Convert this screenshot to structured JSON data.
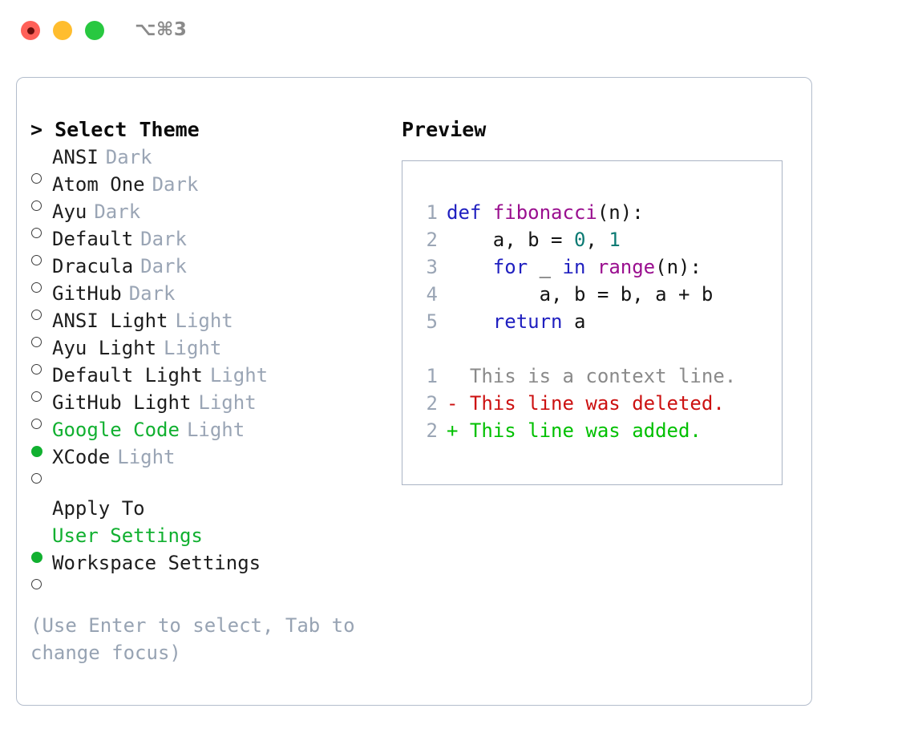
{
  "window": {
    "shortcut": "⌥⌘3",
    "traffic_lights": [
      {
        "name": "close",
        "color": "#ff6058"
      },
      {
        "name": "minimize",
        "color": "#ffbd2e"
      },
      {
        "name": "maximize",
        "color": "#28c840"
      }
    ]
  },
  "theme_picker": {
    "title": "> Select Theme",
    "items": [
      {
        "marker": "ring",
        "label": "ANSI",
        "tag": "Dark",
        "selected": false
      },
      {
        "marker": "ring",
        "label": "Atom One",
        "tag": "Dark",
        "selected": false
      },
      {
        "marker": "ring",
        "label": "Ayu",
        "tag": "Dark",
        "selected": false
      },
      {
        "marker": "ring",
        "label": "Default",
        "tag": "Dark",
        "selected": false
      },
      {
        "marker": "ring",
        "label": "Dracula",
        "tag": "Dark",
        "selected": false
      },
      {
        "marker": "ring",
        "label": "GitHub",
        "tag": "Dark",
        "selected": false
      },
      {
        "marker": "ring",
        "label": "ANSI Light",
        "tag": "Light",
        "selected": false
      },
      {
        "marker": "ring",
        "label": "Ayu Light",
        "tag": "Light",
        "selected": false
      },
      {
        "marker": "ring",
        "label": "Default Light",
        "tag": "Light",
        "selected": false
      },
      {
        "marker": "ring",
        "label": "GitHub Light",
        "tag": "Light",
        "selected": false
      },
      {
        "marker": "fill",
        "label": "Google Code",
        "tag": "Light",
        "selected": true
      },
      {
        "marker": "ring",
        "label": "XCode",
        "tag": "Light",
        "selected": false
      }
    ]
  },
  "apply_to": {
    "heading": "Apply To",
    "options": [
      {
        "marker": "fill",
        "label": "User Settings",
        "selected": true
      },
      {
        "marker": "ring",
        "label": "Workspace Settings",
        "selected": false
      }
    ]
  },
  "hint": "(Use Enter to select, Tab to change focus)",
  "preview": {
    "title": "Preview",
    "code_lines": [
      {
        "lineno": "1",
        "tokens": [
          {
            "text": "def ",
            "type": "kw"
          },
          {
            "text": "fibonacci",
            "type": "fn"
          },
          {
            "text": "(n):",
            "type": "pl"
          }
        ]
      },
      {
        "lineno": "2",
        "tokens": [
          {
            "text": "    a, b = ",
            "type": "pl"
          },
          {
            "text": "0",
            "type": "num"
          },
          {
            "text": ", ",
            "type": "pl"
          },
          {
            "text": "1",
            "type": "num"
          }
        ]
      },
      {
        "lineno": "3",
        "tokens": [
          {
            "text": "    ",
            "type": "pl"
          },
          {
            "text": "for",
            "type": "kw"
          },
          {
            "text": " _ ",
            "type": "pl"
          },
          {
            "text": "in",
            "type": "kw"
          },
          {
            "text": " ",
            "type": "pl"
          },
          {
            "text": "range",
            "type": "fn"
          },
          {
            "text": "(n):",
            "type": "pl"
          }
        ]
      },
      {
        "lineno": "4",
        "tokens": [
          {
            "text": "        a, b = b, a + b",
            "type": "pl"
          }
        ]
      },
      {
        "lineno": "5",
        "tokens": [
          {
            "text": "    ",
            "type": "pl"
          },
          {
            "text": "return",
            "type": "kw"
          },
          {
            "text": " a",
            "type": "pl"
          }
        ]
      }
    ],
    "diff_lines": [
      {
        "lineno": "1",
        "text": "  This is a context line.",
        "type": "ctx"
      },
      {
        "lineno": "2",
        "text": "- This line was deleted.",
        "type": "del"
      },
      {
        "lineno": "2",
        "text": "+ This line was added.",
        "type": "add"
      }
    ]
  },
  "colors": {
    "accent_green": "#11b030",
    "tag_grey": "#9aa5b5",
    "hint_grey": "#97a3b3",
    "border": "#b3bdcc",
    "keyword": "#2020c0",
    "function": "#9a0f8f",
    "number": "#0b7a73",
    "diff_add": "#00c000",
    "diff_del": "#cc1111",
    "diff_ctx": "#8a8a8a"
  }
}
